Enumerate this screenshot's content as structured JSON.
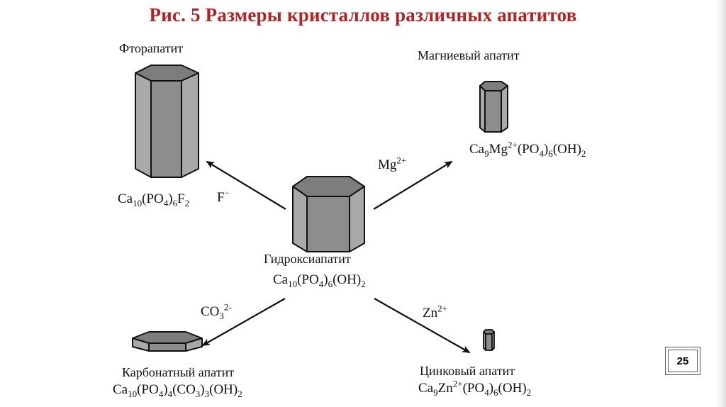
{
  "title": "Рис. 5 Размеры кристаллов различных апатитов",
  "page_number": "25",
  "colors": {
    "title": "#b22222",
    "crystal_face": "#8e8e8e",
    "crystal_side": "#b3b3b3"
  },
  "nodes": {
    "center": {
      "name": "Гидроксиапатит",
      "formula": [
        "Ca",
        {
          "sub": "10"
        },
        "(PO",
        {
          "sub": "4"
        },
        ")",
        {
          "sub": "6"
        },
        "(OH)",
        {
          "sub": "2"
        }
      ]
    },
    "fluor": {
      "name": "Фторапатит",
      "formula": [
        "Ca",
        {
          "sub": "10"
        },
        "(PO",
        {
          "sub": "4"
        },
        ")",
        {
          "sub": "6"
        },
        "F",
        {
          "sub": "2"
        }
      ]
    },
    "magnesium": {
      "name": "Магниевый апатит",
      "formula": [
        "Ca",
        {
          "sub": "9"
        },
        "Mg",
        {
          "sup": "2+"
        },
        "(PO",
        {
          "sub": "4"
        },
        ")",
        {
          "sub": "6"
        },
        "(OH)",
        {
          "sub": "2"
        }
      ]
    },
    "carbonate": {
      "name": "Карбонатный апатит",
      "formula": [
        "Ca",
        {
          "sub": "10"
        },
        "(PO",
        {
          "sub": "4"
        },
        ")",
        {
          "sub": "4"
        },
        "(CO",
        {
          "sub": "3"
        },
        ")",
        {
          "sub": "3"
        },
        "(OH)",
        {
          "sub": "2"
        }
      ]
    },
    "zinc": {
      "name": "Цинковый апатит",
      "formula": [
        "Ca",
        {
          "sub": "9"
        },
        "Zn",
        {
          "sup": "2+"
        },
        "(PO",
        {
          "sub": "4"
        },
        ")",
        {
          "sub": "6"
        },
        "(OH)",
        {
          "sub": "2"
        }
      ]
    }
  },
  "ions": {
    "fluor": [
      "F",
      {
        "sup": "−"
      }
    ],
    "magnesium": [
      "Mg",
      {
        "sup": "2+"
      }
    ],
    "carbonate": [
      "CO",
      {
        "sub": "3"
      },
      {
        "sup": "2-"
      }
    ],
    "zinc": [
      "Zn",
      {
        "sup": "2+"
      }
    ]
  }
}
